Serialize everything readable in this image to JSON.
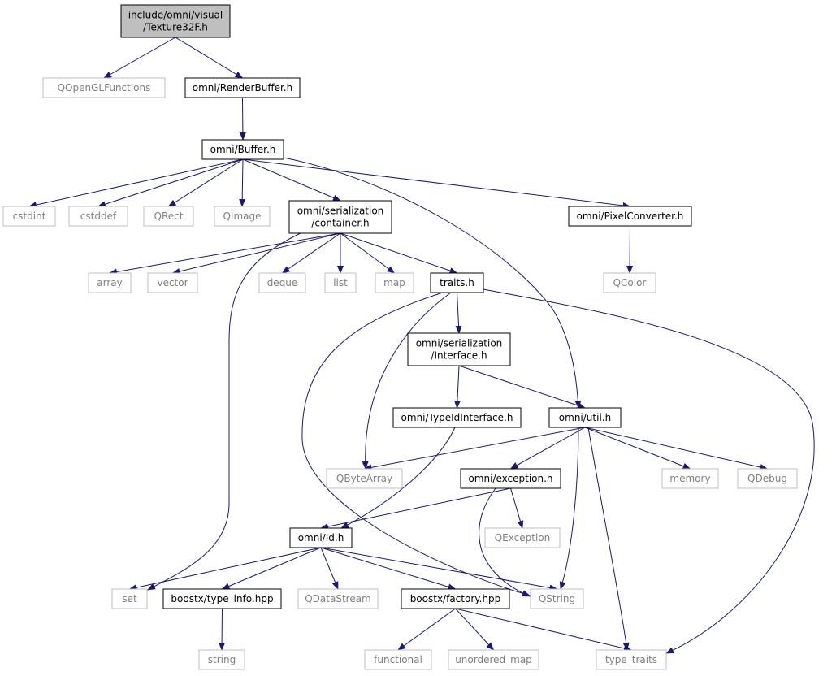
{
  "colors": {
    "edge": "#191970",
    "internal_border": "#000000",
    "external_border": "#bfbfbf",
    "root_fill": "#bfbfbf",
    "external_text": "#808080",
    "internal_text": "#000000"
  },
  "nodes": [
    {
      "id": "root",
      "kind": "root",
      "lines": [
        "include/omni/visual",
        "/Texture32F.h"
      ]
    },
    {
      "id": "qopenglfunctions",
      "kind": "external",
      "lines": [
        "QOpenGLFunctions"
      ]
    },
    {
      "id": "renderbuffer",
      "kind": "internal",
      "lines": [
        "omni/RenderBuffer.h"
      ]
    },
    {
      "id": "buffer",
      "kind": "internal",
      "lines": [
        "omni/Buffer.h"
      ]
    },
    {
      "id": "cstdint",
      "kind": "external",
      "lines": [
        "cstdint"
      ]
    },
    {
      "id": "cstddef",
      "kind": "external",
      "lines": [
        "cstddef"
      ]
    },
    {
      "id": "qrect",
      "kind": "external",
      "lines": [
        "QRect"
      ]
    },
    {
      "id": "qimage",
      "kind": "external",
      "lines": [
        "QImage"
      ]
    },
    {
      "id": "container",
      "kind": "internal",
      "lines": [
        "omni/serialization",
        "/container.h"
      ]
    },
    {
      "id": "pixelconverter",
      "kind": "internal",
      "lines": [
        "omni/PixelConverter.h"
      ]
    },
    {
      "id": "array",
      "kind": "external",
      "lines": [
        "array"
      ]
    },
    {
      "id": "vector",
      "kind": "external",
      "lines": [
        "vector"
      ]
    },
    {
      "id": "deque",
      "kind": "external",
      "lines": [
        "deque"
      ]
    },
    {
      "id": "list",
      "kind": "external",
      "lines": [
        "list"
      ]
    },
    {
      "id": "map",
      "kind": "external",
      "lines": [
        "map"
      ]
    },
    {
      "id": "traits",
      "kind": "internal",
      "lines": [
        "traits.h"
      ]
    },
    {
      "id": "qcolor",
      "kind": "external",
      "lines": [
        "QColor"
      ]
    },
    {
      "id": "interface",
      "kind": "internal",
      "lines": [
        "omni/serialization",
        "/Interface.h"
      ]
    },
    {
      "id": "typeidinterface",
      "kind": "internal",
      "lines": [
        "omni/TypeIdInterface.h"
      ]
    },
    {
      "id": "util",
      "kind": "internal",
      "lines": [
        "omni/util.h"
      ]
    },
    {
      "id": "qbytearray",
      "kind": "external",
      "lines": [
        "QByteArray"
      ]
    },
    {
      "id": "exception",
      "kind": "internal",
      "lines": [
        "omni/exception.h"
      ]
    },
    {
      "id": "memory",
      "kind": "external",
      "lines": [
        "memory"
      ]
    },
    {
      "id": "qdebug",
      "kind": "external",
      "lines": [
        "QDebug"
      ]
    },
    {
      "id": "qexception",
      "kind": "external",
      "lines": [
        "QException"
      ]
    },
    {
      "id": "id",
      "kind": "internal",
      "lines": [
        "omni/Id.h"
      ]
    },
    {
      "id": "set",
      "kind": "external",
      "lines": [
        "set"
      ]
    },
    {
      "id": "typeinfo",
      "kind": "internal",
      "lines": [
        "boostx/type_info.hpp"
      ]
    },
    {
      "id": "qdatastream",
      "kind": "external",
      "lines": [
        "QDataStream"
      ]
    },
    {
      "id": "factory",
      "kind": "internal",
      "lines": [
        "boostx/factory.hpp"
      ]
    },
    {
      "id": "qstring",
      "kind": "external",
      "lines": [
        "QString"
      ]
    },
    {
      "id": "string",
      "kind": "external",
      "lines": [
        "string"
      ]
    },
    {
      "id": "functional",
      "kind": "external",
      "lines": [
        "functional"
      ]
    },
    {
      "id": "unordered_map",
      "kind": "external",
      "lines": [
        "unordered_map"
      ]
    },
    {
      "id": "type_traits",
      "kind": "external",
      "lines": [
        "type_traits"
      ]
    }
  ],
  "edges": [
    {
      "from": "root",
      "to": "qopenglfunctions"
    },
    {
      "from": "root",
      "to": "renderbuffer"
    },
    {
      "from": "renderbuffer",
      "to": "buffer"
    },
    {
      "from": "buffer",
      "to": "cstdint"
    },
    {
      "from": "buffer",
      "to": "cstddef"
    },
    {
      "from": "buffer",
      "to": "qrect"
    },
    {
      "from": "buffer",
      "to": "qimage"
    },
    {
      "from": "buffer",
      "to": "container"
    },
    {
      "from": "buffer",
      "to": "pixelconverter"
    },
    {
      "from": "buffer",
      "to": "util"
    },
    {
      "from": "container",
      "to": "array"
    },
    {
      "from": "container",
      "to": "vector"
    },
    {
      "from": "container",
      "to": "deque"
    },
    {
      "from": "container",
      "to": "list"
    },
    {
      "from": "container",
      "to": "map"
    },
    {
      "from": "container",
      "to": "traits"
    },
    {
      "from": "container",
      "to": "set"
    },
    {
      "from": "pixelconverter",
      "to": "qcolor"
    },
    {
      "from": "traits",
      "to": "interface"
    },
    {
      "from": "traits",
      "to": "qbytearray"
    },
    {
      "from": "traits",
      "to": "qstring"
    },
    {
      "from": "traits",
      "to": "type_traits"
    },
    {
      "from": "interface",
      "to": "typeidinterface"
    },
    {
      "from": "interface",
      "to": "util"
    },
    {
      "from": "typeidinterface",
      "to": "id"
    },
    {
      "from": "util",
      "to": "qbytearray"
    },
    {
      "from": "util",
      "to": "exception"
    },
    {
      "from": "util",
      "to": "memory"
    },
    {
      "from": "util",
      "to": "qdebug"
    },
    {
      "from": "util",
      "to": "qstring"
    },
    {
      "from": "util",
      "to": "type_traits"
    },
    {
      "from": "exception",
      "to": "qexception"
    },
    {
      "from": "exception",
      "to": "id"
    },
    {
      "from": "exception",
      "to": "qstring"
    },
    {
      "from": "id",
      "to": "set"
    },
    {
      "from": "id",
      "to": "typeinfo"
    },
    {
      "from": "id",
      "to": "qdatastream"
    },
    {
      "from": "id",
      "to": "factory"
    },
    {
      "from": "id",
      "to": "qstring"
    },
    {
      "from": "typeinfo",
      "to": "string"
    },
    {
      "from": "factory",
      "to": "functional"
    },
    {
      "from": "factory",
      "to": "unordered_map"
    },
    {
      "from": "factory",
      "to": "type_traits"
    }
  ]
}
